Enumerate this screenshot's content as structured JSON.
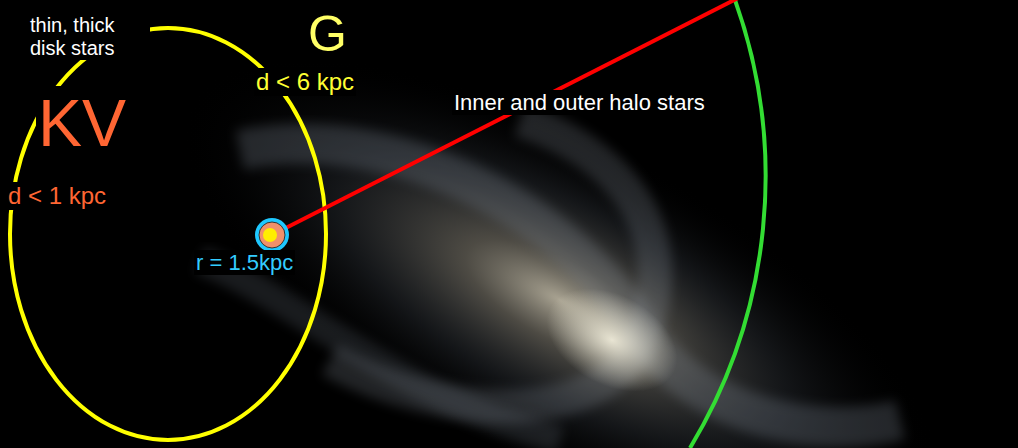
{
  "diagram": {
    "labels": [
      "thin, thick disk stars",
      "G",
      "d < 6 kpc",
      "KV",
      "d < 1 kpc",
      "r = 1.5kpc",
      "Inner and outer halo stars"
    ]
  }
}
